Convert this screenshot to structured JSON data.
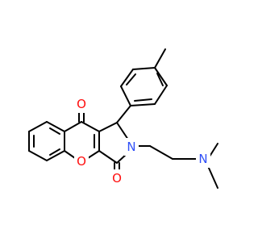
{
  "structure": {
    "atoms": {
      "carbonyl_top_oxygen": {
        "symbol": "O",
        "color": "#ff0d0d"
      },
      "pyran_oxygen": {
        "symbol": "O",
        "color": "#ff0d0d"
      },
      "carbonyl_bottom_oxygen": {
        "symbol": "O",
        "color": "#ff0d0d"
      },
      "lactam_nitrogen": {
        "symbol": "N",
        "color": "#3050f8"
      },
      "dimethylamino_nitrogen": {
        "symbol": "N",
        "color": "#3050f8"
      }
    },
    "bond_color": "#000000"
  }
}
